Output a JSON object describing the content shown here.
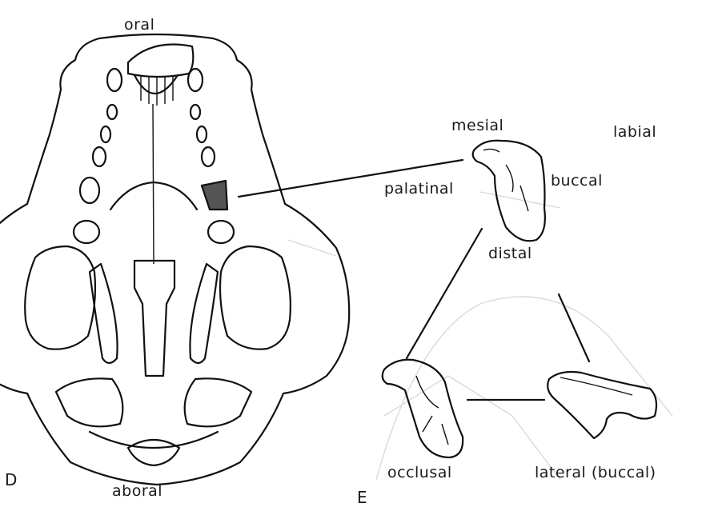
{
  "panels": {
    "d": "D",
    "e": "E"
  },
  "skull_labels": {
    "top": "oral",
    "bottom": "aboral"
  },
  "tooth_labels": {
    "mesial": "mesial",
    "labial": "labial",
    "buccal": "buccal",
    "palatinal": "palatinal",
    "distal": "distal",
    "occlusal": "occlusal",
    "lateral": "lateral (buccal)"
  },
  "colors": {
    "ink": "#111111",
    "background": "#ffffff",
    "shaded_tooth": "#555555"
  }
}
